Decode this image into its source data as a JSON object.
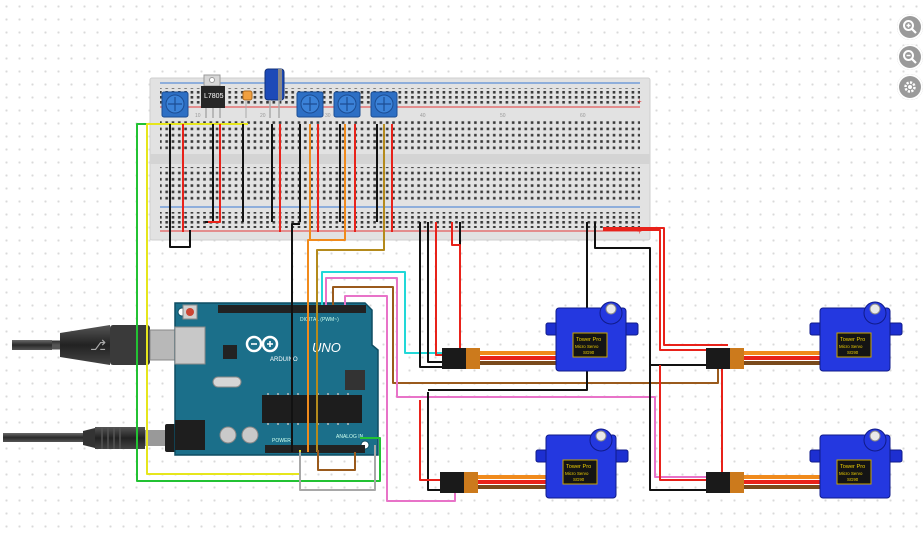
{
  "toolbar": {
    "zoom_in": "zoom-in-icon",
    "zoom_out": "zoom-out-icon",
    "settings": "gear-icon"
  },
  "regulator": {
    "label": "L7805"
  },
  "arduino": {
    "brand": "ARDUINO",
    "model": "UNO",
    "header_text": "DIGITAL (PWM~)",
    "analog_text": "ANALOG IN",
    "power_text": "POWER"
  },
  "servo": {
    "brand": "Tower Pro",
    "type": "Micro Servo",
    "model": "SG90"
  },
  "breadboard_cols": [
    "10",
    "20",
    "30",
    "40",
    "50",
    "60"
  ],
  "colors": {
    "pot": "#2d6fc4",
    "servo": "#1d2fd1",
    "board": "#1b6f8a",
    "wire_red": "#e8221a",
    "wire_black": "#111111",
    "wire_green": "#22c233",
    "wire_yellow": "#e6e61c",
    "wire_orange": "#f08a1c",
    "wire_brown": "#9a5a1c",
    "wire_cyan": "#22d8d8",
    "wire_pink": "#e873c8",
    "wire_gray": "#a8a8a8",
    "wire_gold": "#b48a1c"
  }
}
